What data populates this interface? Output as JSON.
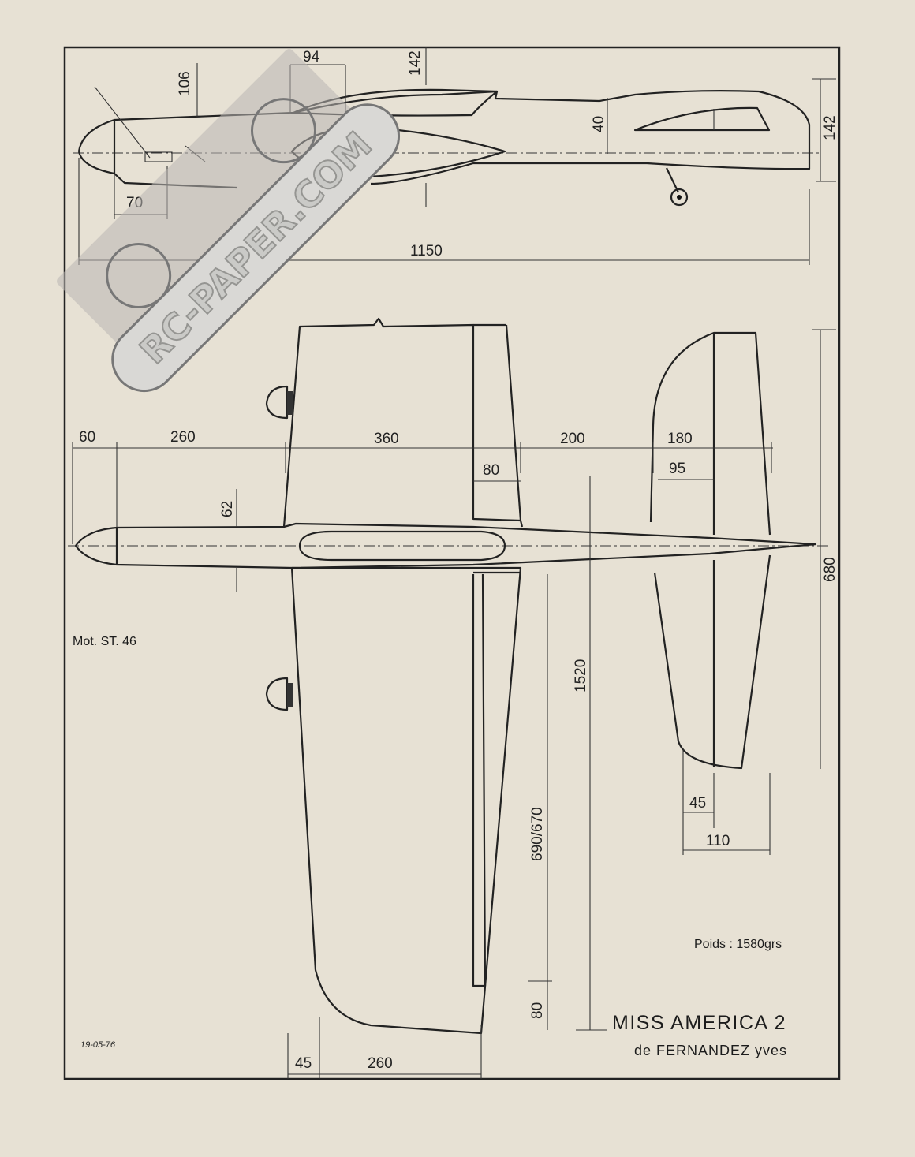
{
  "title": "MISS AMERICA 2",
  "subtitle": "de  FERNANDEZ yves",
  "engine_note": "Mot. ST. 46",
  "weight_note": "Poids : 1580grs",
  "date": "19-05-76",
  "watermark": "RC-PAPER.COM",
  "side_view_dims": {
    "d94": "94",
    "d142_top": "142",
    "d106": "106",
    "d40": "40",
    "d142_right": "142",
    "d70": "70",
    "d1150": "1150"
  },
  "top_view_dims": {
    "d60": "60",
    "d260": "260",
    "d360": "360",
    "d200": "200",
    "d180": "180",
    "d80_upper": "80",
    "d95": "95",
    "d62": "62",
    "d680": "680",
    "d1520": "1520",
    "d690_670": "690/670",
    "d80_lower": "80",
    "d45_right": "45",
    "d110": "110",
    "d45_bottom": "45",
    "d260_bottom": "260"
  },
  "colors": {
    "paper": "#e7e1d4",
    "ink": "#222222"
  }
}
